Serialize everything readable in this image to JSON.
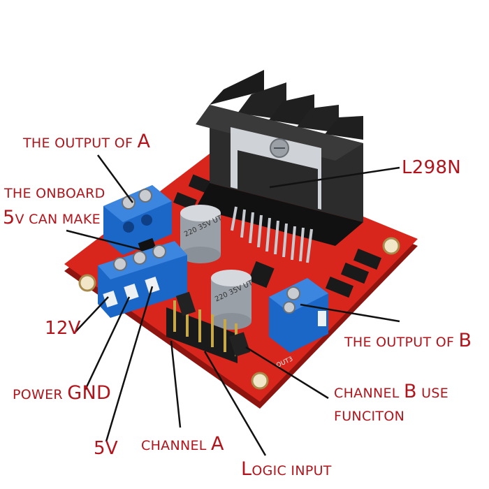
{
  "labels": {
    "output_a": {
      "small": "THE OUTPUT OF ",
      "big": "A"
    },
    "onboard_line1": "THE ONBOARD",
    "onboard_line2": {
      "big": "5",
      "small": "V CAN MAKE"
    },
    "v12": "12V",
    "power_gnd": {
      "small": "POWER ",
      "big": "GND"
    },
    "v5": "5V",
    "channel_a": {
      "small": "CHANNEL ",
      "big": "A"
    },
    "logic_input": {
      "big": "L",
      "small": "OGIC INPUT"
    },
    "l298n": "L298N",
    "output_b": {
      "small": "THE OUTPUT OF ",
      "big": "B"
    },
    "channel_b_line1": {
      "small": "CHANNEL ",
      "big": "B",
      "small2": " USE"
    },
    "channel_b_line2": "FUNCITON"
  },
  "board_markings": {
    "cap1": [
      "220",
      "35V",
      "UT"
    ],
    "cap2": [
      "220",
      "35V",
      "UT"
    ],
    "out3": "OUT3"
  },
  "colors": {
    "label": "#b3141b",
    "board": "#d8261c",
    "terminal": "#1a67c8",
    "heatsink": "#1b1b1b"
  }
}
